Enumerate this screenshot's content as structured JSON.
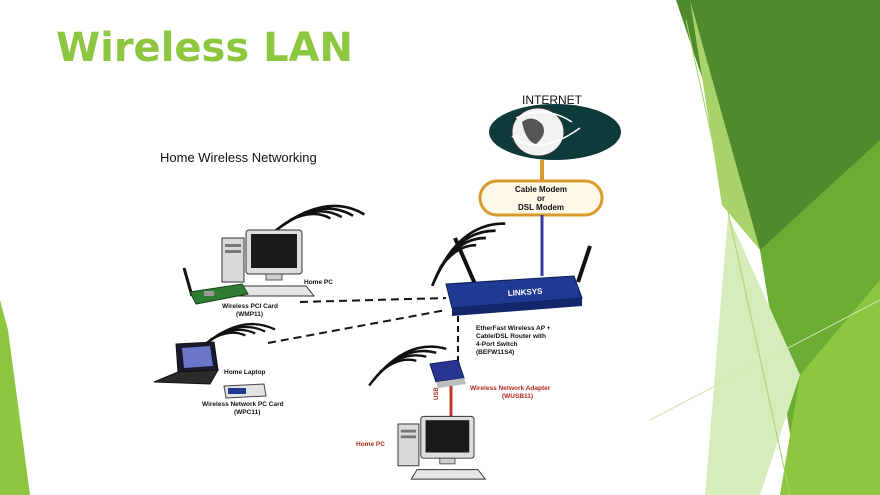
{
  "slide": {
    "title": "Wireless LAN"
  },
  "diagram": {
    "heading": "Home Wireless Networking",
    "internet_label": "INTERNET",
    "modem_label": [
      "Cable Modem",
      "or",
      "DSL Modem"
    ],
    "router_label": [
      "EtherFast Wireless AP +",
      "Cable/DSL Router with",
      "4-Port Switch",
      "(BEFW11S4)"
    ],
    "router_brand": "LINKSYS",
    "home_pc_top_label": "Home PC",
    "pci_card_label": [
      "Wireless PCI Card",
      "(WMP11)"
    ],
    "laptop_label": "Home Laptop",
    "pc_card_label": [
      "Wireless Network PC Card",
      "(WPC11)"
    ],
    "usb_adapter_label": [
      "Wireless Network Adapter",
      "(WUSB11)"
    ],
    "home_pc_bottom_label": "Home PC",
    "usb_cable_label": "USB"
  },
  "colors": {
    "title_green": "#8dc63f",
    "dark_green": "#4f8a2c",
    "mid_green": "#6aac34",
    "light_green": "#a8d36a",
    "router_blue": "#1f3a93",
    "modem_orange": "#d89a2a",
    "link_blue": "#3a3aa0",
    "usb_red": "#c0392b"
  }
}
